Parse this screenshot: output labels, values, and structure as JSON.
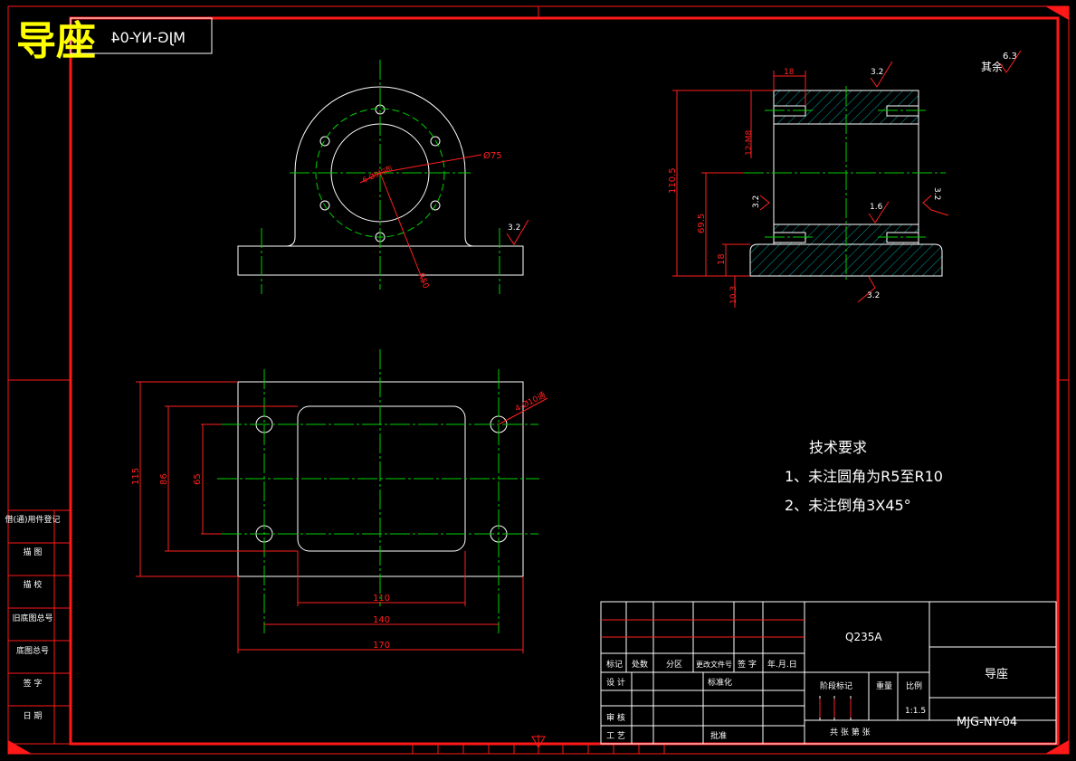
{
  "title_overlay": "导座",
  "mirrored_code": "MJG-NY-04",
  "roughness_other": {
    "label": "其余",
    "value": "6.3"
  },
  "front_view": {
    "dia_outer": "Ø75",
    "dia_holes": "6-Ø9均布",
    "radius": "R50",
    "roughness_base": "3.2"
  },
  "side_view": {
    "dim_top": "18",
    "dim_thread": "12-M8",
    "dim_height": "110.5",
    "dim_center": "69.5",
    "dim_base": "18",
    "dim_bottom": "10.3",
    "rough_top": "3.2",
    "rough_left": "3.2",
    "rough_right": "3.2",
    "rough_inner": "1.6",
    "rough_bottom": "3.2"
  },
  "top_view": {
    "holes_note": "4-Ø10通",
    "dim_115": "115",
    "dim_86": "86",
    "dim_65": "65",
    "dim_110": "110",
    "dim_140": "140",
    "dim_170": "170"
  },
  "tech_req": {
    "title": "技术要求",
    "line1": "1、未注圆角为R5至R10",
    "line2": "2、未注倒角3X45°"
  },
  "left_strip": [
    "借(通)用件登记",
    "描  图",
    "描  校",
    "旧底图总号",
    "底图总号",
    "签  字",
    "日  期"
  ],
  "title_block": {
    "material": "Q235A",
    "part_name": "导座",
    "drawing_no": "MJG-NY-04",
    "scale": "1:1.5",
    "hdr_mark": "标记",
    "hdr_count": "处数",
    "hdr_zone": "分区",
    "hdr_docno": "更改文件号",
    "hdr_sign": "签 字",
    "hdr_date": "年.月.日",
    "design": "设 计",
    "standard": "标准化",
    "review": "审 核",
    "process": "工 艺",
    "approve": "批准",
    "stage_mark": "阶段标记",
    "weight": "重量",
    "scale_label": "比例",
    "sheets": "共   张  第   张"
  }
}
